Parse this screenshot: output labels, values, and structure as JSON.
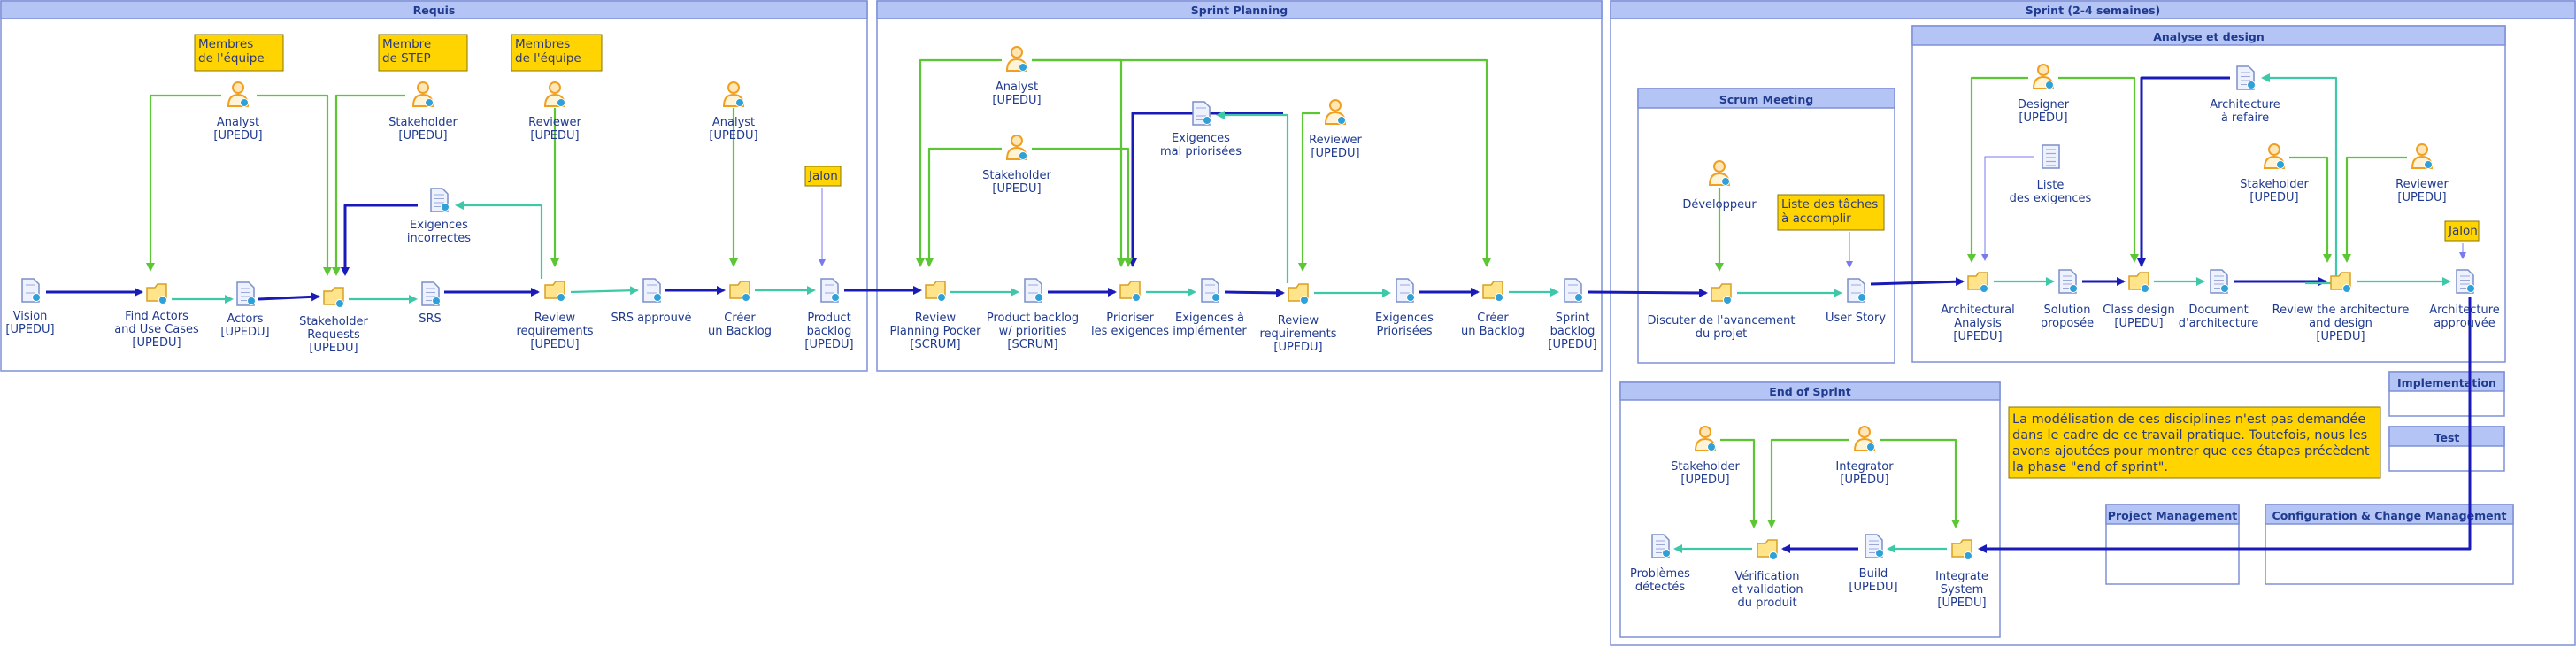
{
  "colors": {
    "frame": "#7e90d8",
    "header": "#b4c4f4",
    "note": "#ffd400",
    "main_flow": "#1a1ab8",
    "secondary_flow": "#3ec8a8",
    "role_flow": "#5cc634",
    "role_icon": "#f0a020",
    "artifact_icon": "#7a8fc8"
  },
  "panels": {
    "requis": "Requis",
    "sprint_planning": "Sprint Planning",
    "sprint": "Sprint (2-4 semaines)",
    "scrum_meeting": "Scrum Meeting",
    "analyse_design": "Analyse et design",
    "end_of_sprint": "End of Sprint",
    "implementation": "Implementation",
    "test": "Test",
    "project_management": "Project Management",
    "config_change": "Configuration & Change Management"
  },
  "notes": {
    "membres1": [
      "Membres",
      "de l'équipe"
    ],
    "membre_step": [
      "Membre",
      "de STEP"
    ],
    "membres2": [
      "Membres",
      "de l'équipe"
    ],
    "jalon1": "Jalon",
    "jalon2": "Jalon",
    "liste_taches": [
      "Liste des tâches",
      "à accomplir"
    ],
    "modelisation": [
      "La modélisation de ces disciplines n'est pas demandée",
      "dans le cadre de ce travail pratique. Toutefois, nous les",
      "avons ajoutées pour montrer que ces étapes précèdent",
      "la phase \"end of sprint\"."
    ]
  },
  "roles": {
    "analyst1": [
      "Analyst",
      "[UPEDU]"
    ],
    "stakeholder1": [
      "Stakeholder",
      "[UPEDU]"
    ],
    "reviewer1": [
      "Reviewer",
      "[UPEDU]"
    ],
    "analyst2": [
      "Analyst",
      "[UPEDU]"
    ],
    "analyst3": [
      "Analyst",
      "[UPEDU]"
    ],
    "stakeholder2": [
      "Stakeholder",
      "[UPEDU]"
    ],
    "reviewer2": [
      "Reviewer",
      "[UPEDU]"
    ],
    "developpeur": [
      "Développeur"
    ],
    "designer": [
      "Designer",
      "[UPEDU]"
    ],
    "stakeholder3": [
      "Stakeholder",
      "[UPEDU]"
    ],
    "reviewer3": [
      "Reviewer",
      "[UPEDU]"
    ],
    "stakeholder4": [
      "Stakeholder",
      "[UPEDU]"
    ],
    "integrator": [
      "Integrator",
      "[UPEDU]"
    ]
  },
  "artifacts": {
    "vision": [
      "Vision",
      "[UPEDU]"
    ],
    "actors": [
      "Actors",
      "[UPEDU]"
    ],
    "srs": [
      "SRS"
    ],
    "exigences_incorrectes": [
      "Exigences",
      "incorrectes"
    ],
    "srs_approuve": [
      "SRS approuvé"
    ],
    "product_backlog": [
      "Product",
      "backlog",
      "[UPEDU]"
    ],
    "product_backlog_priorities": [
      "Product backlog",
      "w/ priorities",
      "[SCRUM]"
    ],
    "exigences_mal_priorisees": [
      "Exigences",
      "mal priorisées"
    ],
    "exigences_a_implementer": [
      "Exigences à",
      "implémenter"
    ],
    "exigences_priorisees": [
      "Exigences",
      "Priorisées"
    ],
    "sprint_backlog": [
      "Sprint",
      "backlog",
      "[UPEDU]"
    ],
    "user_story": [
      "User Story"
    ],
    "liste_exigences": [
      "Liste",
      "des exigences"
    ],
    "solution_proposee": [
      "Solution",
      "proposée"
    ],
    "architecture_a_refaire": [
      "Architecture",
      "à refaire"
    ],
    "document_architecture": [
      "Document",
      "d'architecture"
    ],
    "architecture_approuvee": [
      "Architecture",
      "approuvée"
    ],
    "problemes_detectes": [
      "Problèmes",
      "détectés"
    ],
    "build": [
      "Build",
      "[UPEDU]"
    ]
  },
  "tasks": {
    "find_actors": [
      "Find Actors",
      "and Use Cases",
      "[UPEDU]"
    ],
    "stakeholder_requests": [
      "Stakeholder",
      "Requests",
      "[UPEDU]"
    ],
    "review_requirements1": [
      "Review",
      "requirements",
      "[UPEDU]"
    ],
    "creer_backlog1": [
      "Créer",
      "un Backlog"
    ],
    "review_planning_pocker": [
      "Review",
      "Planning Pocker",
      "[SCRUM]"
    ],
    "prioriser_exigences": [
      "Prioriser",
      "les exigences"
    ],
    "review_requirements2": [
      "Review",
      "requirements",
      "[UPEDU]"
    ],
    "creer_backlog2": [
      "Créer",
      "un Backlog"
    ],
    "discuter_avancement": [
      "Discuter de l'avancement",
      "du projet"
    ],
    "architectural_analysis": [
      "Architectural",
      "Analysis",
      "[UPEDU]"
    ],
    "class_design": [
      "Class design",
      "[UPEDU]"
    ],
    "review_architecture": [
      "Review the architecture",
      "and design",
      "[UPEDU]"
    ],
    "verification_validation": [
      "Vérification",
      "et validation",
      "du produit"
    ],
    "integrate_system": [
      "Integrate",
      "System",
      "[UPEDU]"
    ]
  }
}
